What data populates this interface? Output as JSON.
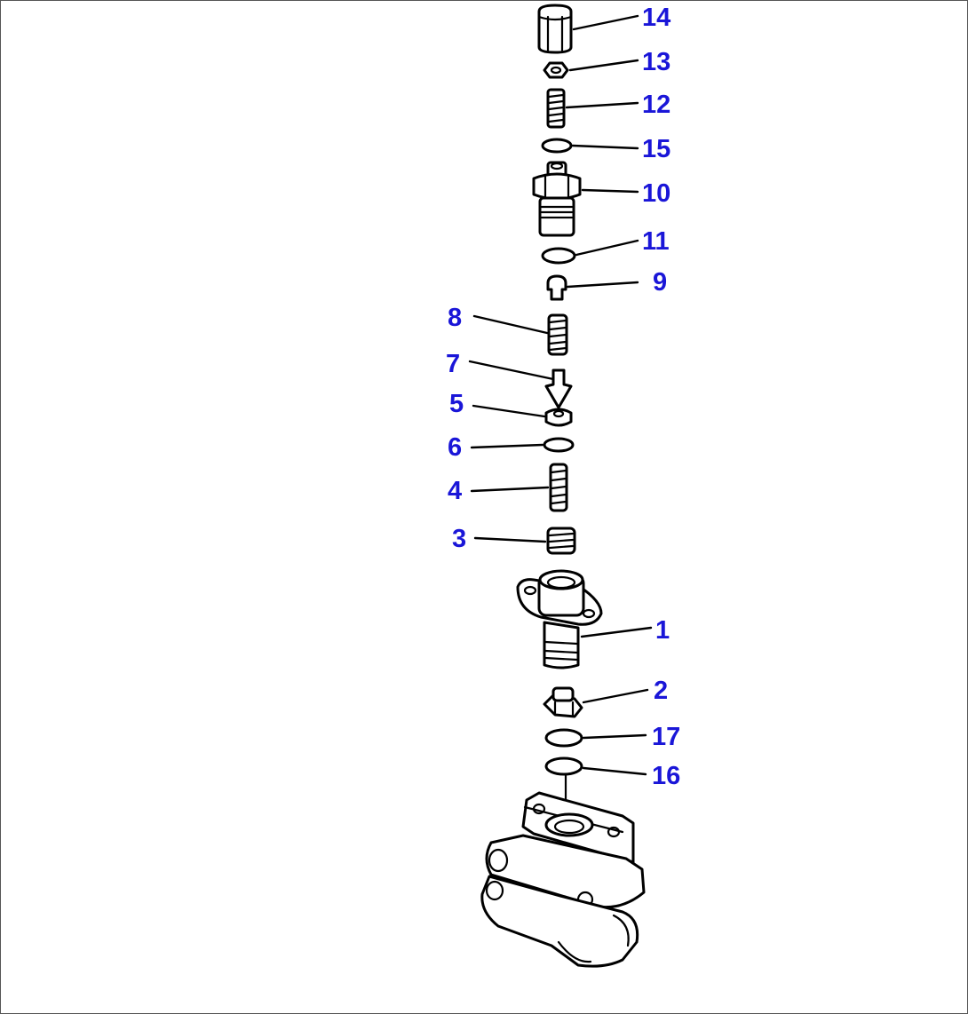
{
  "diagram": {
    "callout_color": "#1a16d8",
    "callouts": {
      "c1": "1",
      "c2": "2",
      "c3": "3",
      "c4": "4",
      "c5": "5",
      "c6": "6",
      "c7": "7",
      "c8": "8",
      "c9": "9",
      "c10": "10",
      "c11": "11",
      "c12": "12",
      "c13": "13",
      "c14": "14",
      "c15": "15",
      "c16": "16",
      "c17": "17"
    }
  }
}
